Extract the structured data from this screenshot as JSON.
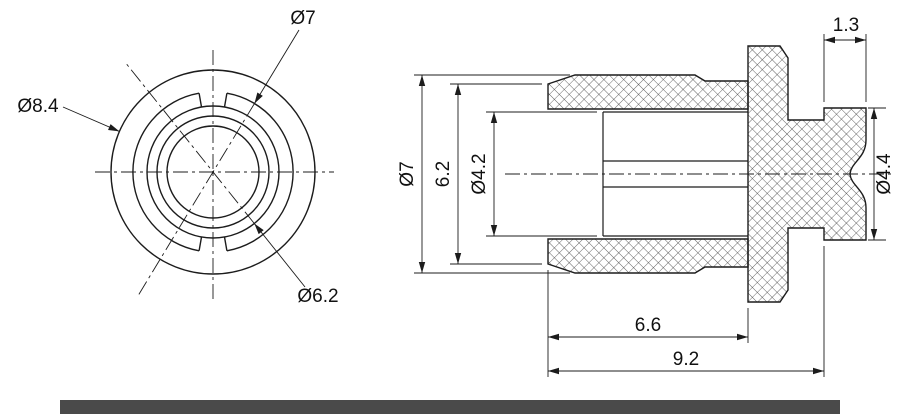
{
  "page": {
    "background": "#ffffff",
    "line_color": "#1c1c1c",
    "footer_bar_color": "#4a4a4a"
  },
  "front_view": {
    "labels": {
      "dia_top": "Ø7",
      "dia_outer": "Ø8.4",
      "dia_inner": "Ø6.2"
    }
  },
  "side_view": {
    "labels": {
      "collar_width": "1.3",
      "barrel_dia": "Ø7",
      "body_dia": "6.2",
      "bore_dia": "Ø4.2",
      "groove_dia": "Ø4.4",
      "barrel_len": "6.6",
      "total_len": "9.2"
    }
  }
}
